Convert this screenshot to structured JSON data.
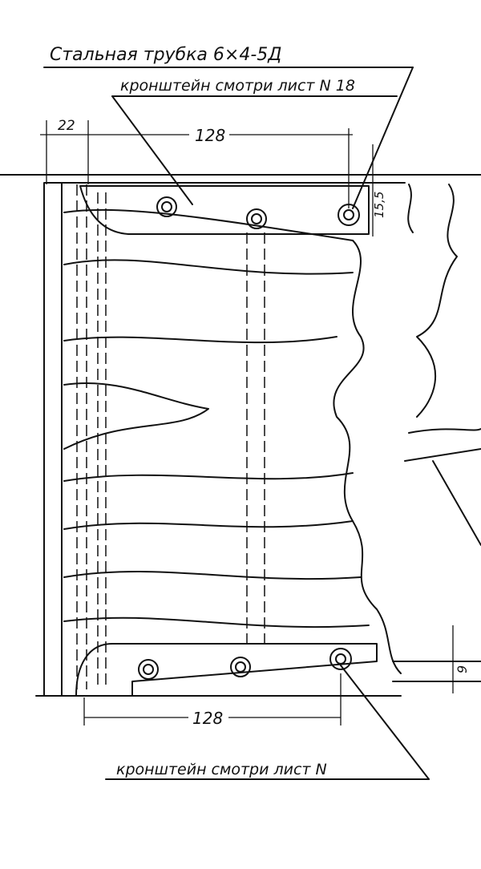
{
  "labels": {
    "tube": "Стальная трубка 6×4-5Д",
    "bracket_top": "кронштейн смотри лист N 18",
    "bracket_bottom": "кронштейн смотри лист N"
  },
  "dimensions": {
    "left_offset": "22",
    "top_span": "128",
    "bracket_height": "15,5",
    "bottom_span": "128",
    "bottom_gap": "9"
  }
}
